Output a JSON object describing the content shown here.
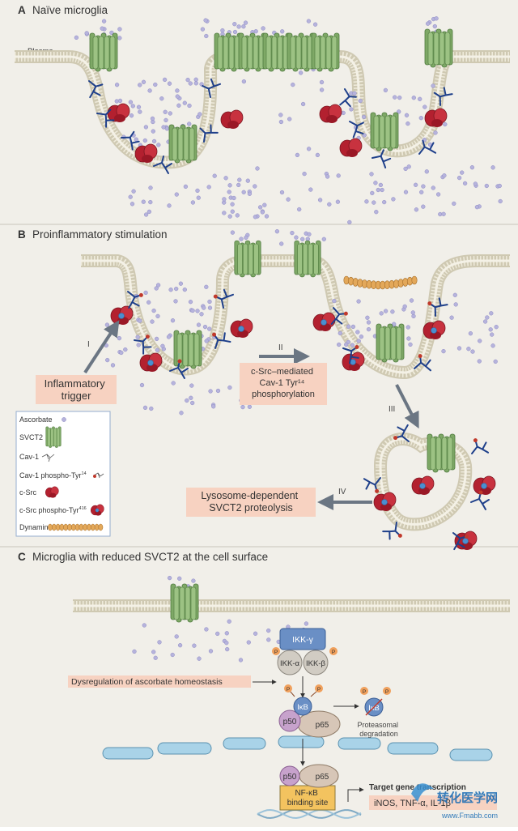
{
  "panels": {
    "a": {
      "letter": "A",
      "title": "Naïve microglia",
      "plasma_membrane_label": "Plasma\nmembrane"
    },
    "b": {
      "letter": "B",
      "title": "Proinflammatory stimulation"
    },
    "c": {
      "letter": "C",
      "title": "Microglia with reduced SVCT2 at the cell surface"
    }
  },
  "steps": {
    "i": "I",
    "ii": "II",
    "iii": "III",
    "iv": "IV",
    "trigger_label": "Inflammatory\ntrigger",
    "phosphorylation_label": "c-Src–mediated\nCav-1 Tyr¹⁴\nphosphorylation",
    "proteolysis_label": "Lysosome-dependent\nSVCT2 proteolysis"
  },
  "legend": {
    "ascorbate": "Ascorbate",
    "svct2": "SVCT2",
    "cav1": "Cav-1",
    "cav1_phospho": "Cav-1 phospho-Tyr",
    "cav1_phospho_sup": "14",
    "csrc": "c-Src",
    "csrc_phospho": "c-Src phospho-Tyr",
    "csrc_phospho_sup": "416",
    "dynamin": "Dynamin"
  },
  "pathway": {
    "ikk_gamma": "IKK-γ",
    "ikk_alpha": "IKK-α",
    "ikk_beta": "IKK-β",
    "p": "P",
    "dysregulation": "Dysregulation of ascorbate homeostasis",
    "ikb": "IκB",
    "p50": "p50",
    "p65": "p65",
    "degradation": "Proteasomal\ndegradation",
    "nfkb": "NF-κB\nbinding site",
    "target": "Target gene transcription",
    "genes": "iNOS, TNF-α, IL-1β"
  },
  "watermark": {
    "name": "转化医学网",
    "url": "www.Fmabb.com"
  },
  "colors": {
    "background": "#f1efe9",
    "membrane": "#d9d4c0",
    "svct2": "#7ea866",
    "csrc": "#b3202f",
    "cav1": "#1e3f8a",
    "ascorbate": "#9d9ad0",
    "dynamin": "#e3a85a",
    "label_box": "#f7d2c1",
    "arrow": "#6b7683",
    "nucleus": "#a9d3e8"
  }
}
